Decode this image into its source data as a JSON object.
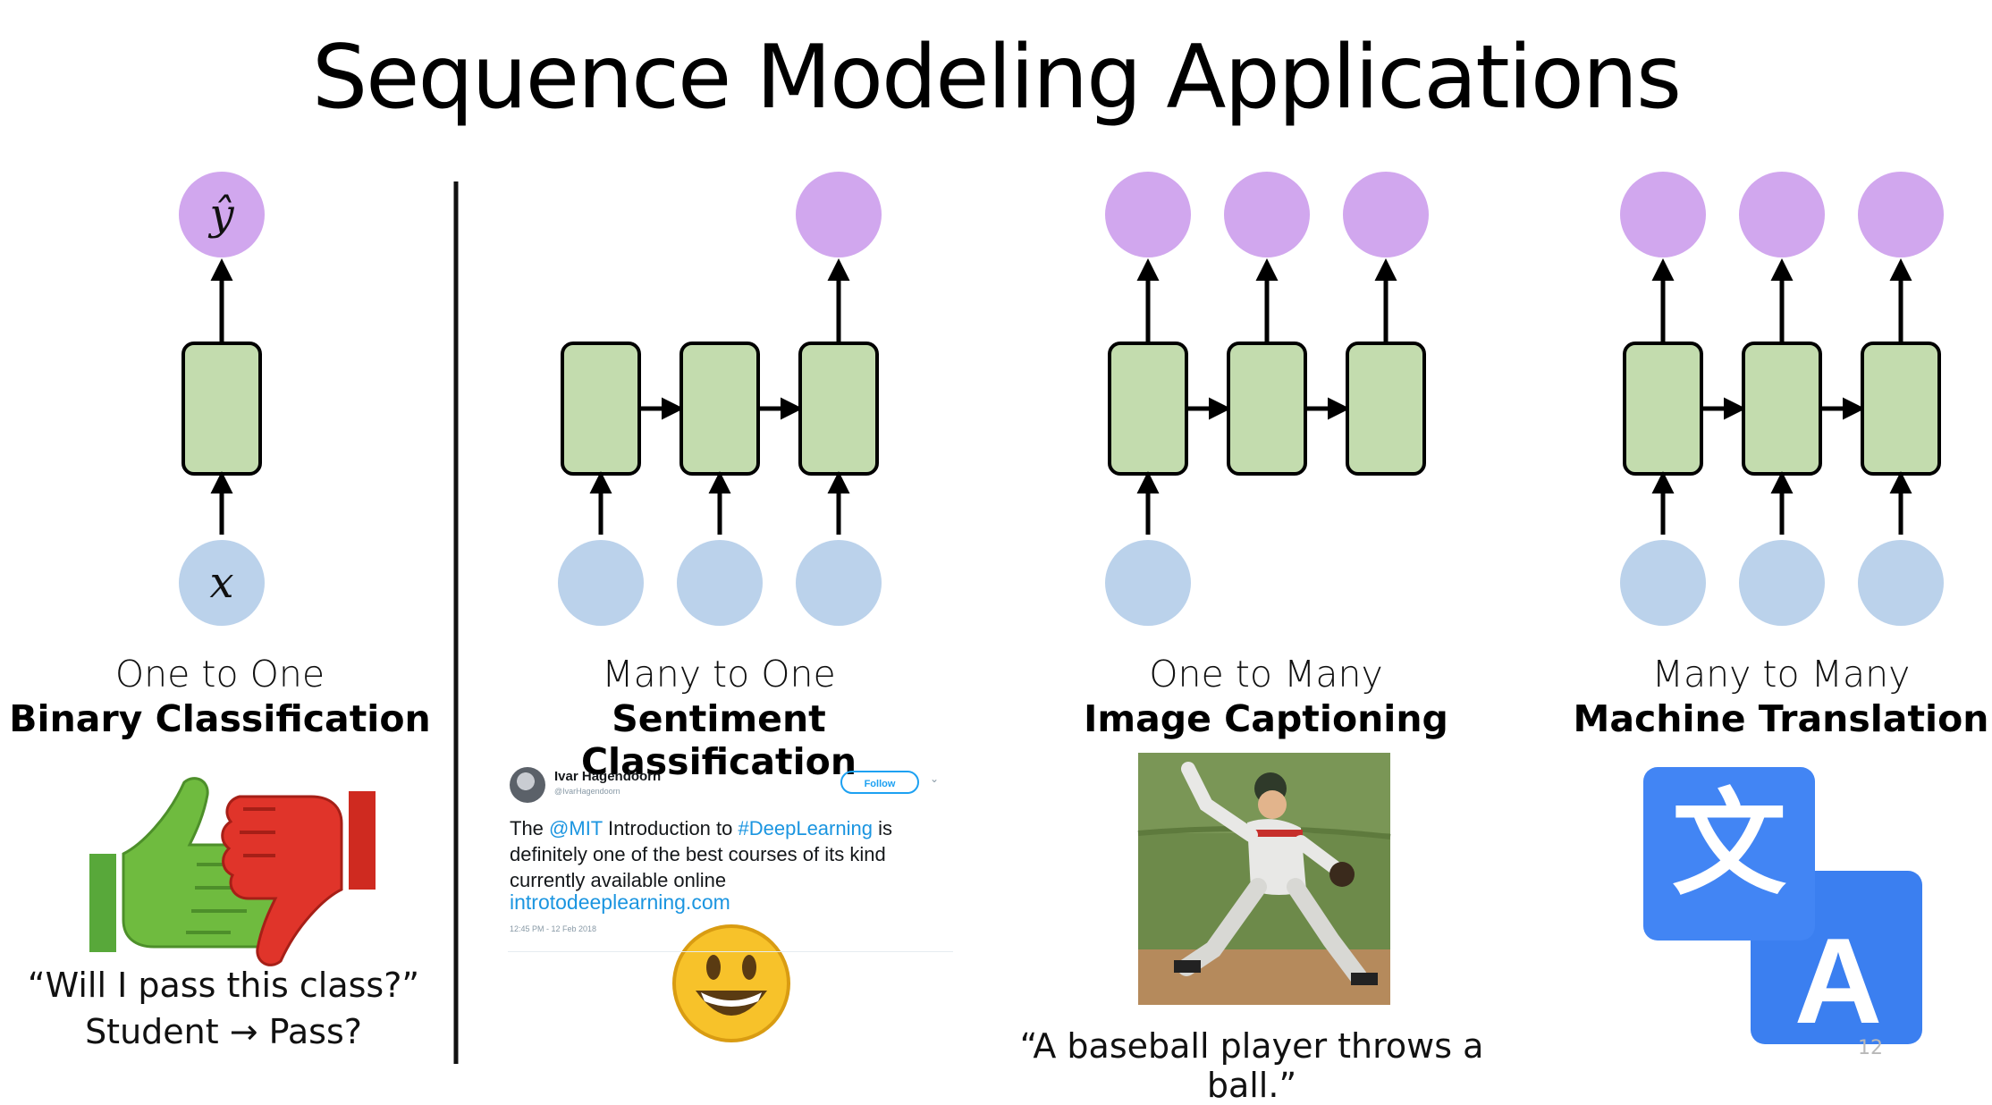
{
  "title": "Sequence Modeling Applications",
  "colors": {
    "output_node": "#d1a7ee",
    "rnn_cell": "#c3dcae",
    "input_node": "#bbd2eb",
    "arrow": "#000000"
  },
  "panels": [
    {
      "id": "one-to-one",
      "mapping": "One to One",
      "task": "Binary Classification",
      "inputs": 1,
      "cells": 1,
      "outputs": 1,
      "input_symbol": "x",
      "output_symbol": "ŷ",
      "quote_line1": "“Will I pass this class?”",
      "quote_line2": "Student → Pass?",
      "illustration": "thumbs-up-down-icon"
    },
    {
      "id": "many-to-one",
      "mapping": "Many to One",
      "task": "Sentiment Classification",
      "inputs": 3,
      "cells": 3,
      "outputs": 1,
      "illustration": "tweet-and-smiley-emoji"
    },
    {
      "id": "one-to-many",
      "mapping": "One to Many",
      "task": "Image Captioning",
      "inputs": 1,
      "cells": 3,
      "outputs": 3,
      "quote": "“A baseball player throws a ball.”",
      "illustration": "baseball-pitcher-photo"
    },
    {
      "id": "many-to-many",
      "mapping": "Many to Many",
      "task": "Machine Translation",
      "inputs": 3,
      "cells": 3,
      "outputs": 3,
      "illustration": "translate-icon",
      "translate_glyph_a": "文",
      "translate_glyph_b": "A"
    }
  ],
  "tweet": {
    "author": "Ivar Hagendoorn",
    "handle": "@IvarHagendoorn",
    "follow_label": "Follow",
    "text_pre": "The ",
    "mention": "@MIT",
    "text_mid": " Introduction to ",
    "hashtag": "#DeepLearning",
    "text_post": " is definitely one of the best courses of its kind currently available online",
    "link": "introtodeeplearning.com",
    "timestamp": "12:45 PM - 12 Feb 2018"
  },
  "page_number": "12"
}
